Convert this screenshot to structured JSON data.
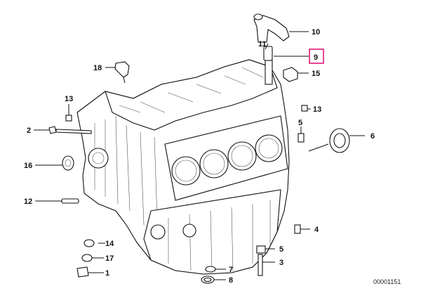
{
  "diagram": {
    "reference_number": "00001151",
    "highlight_color": "#e0197a",
    "callouts": [
      {
        "id": "10",
        "highlighted": false
      },
      {
        "id": "11",
        "highlighted": false
      },
      {
        "id": "9",
        "highlighted": true
      },
      {
        "id": "15",
        "highlighted": false
      },
      {
        "id": "18",
        "highlighted": false
      },
      {
        "id": "13a",
        "text": "13",
        "highlighted": false
      },
      {
        "id": "13b",
        "text": "13",
        "highlighted": false
      },
      {
        "id": "2",
        "highlighted": false
      },
      {
        "id": "5a",
        "text": "5",
        "highlighted": false
      },
      {
        "id": "6",
        "highlighted": false
      },
      {
        "id": "16",
        "highlighted": false
      },
      {
        "id": "12",
        "highlighted": false
      },
      {
        "id": "4",
        "highlighted": false
      },
      {
        "id": "14",
        "highlighted": false
      },
      {
        "id": "5b",
        "text": "5",
        "highlighted": false
      },
      {
        "id": "17",
        "highlighted": false
      },
      {
        "id": "3",
        "highlighted": false
      },
      {
        "id": "7",
        "highlighted": false
      },
      {
        "id": "1",
        "highlighted": false
      },
      {
        "id": "8",
        "highlighted": false
      }
    ]
  }
}
